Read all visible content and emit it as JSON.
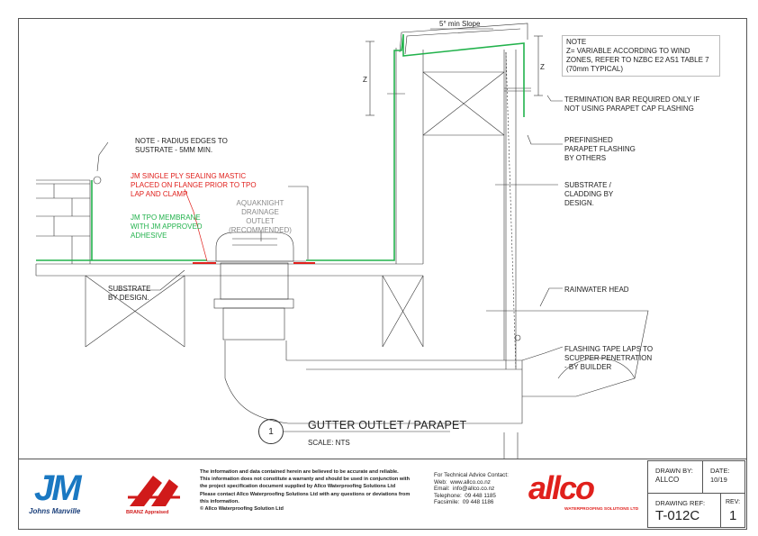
{
  "notes": {
    "slope": "5° min Slope",
    "z_note": "NOTE\nZ= VARIABLE ACCORDING TO WIND\nZONES, REFER TO NZBC E2 AS1 TABLE 7\n(70mm TYPICAL)",
    "z_left": "Z",
    "z_right": "Z",
    "termination": "TERMINATION BAR REQUIRED ONLY IF\nNOT USING PARAPET CAP FLASHING",
    "radius": "NOTE - RADIUS EDGES TO\nSUSTRATE - 5MM MIN.",
    "prefinished": "PREFINISHED\nPARAPET FLASHING\nBY OTHERS",
    "mastic": "JM SINGLE PLY SEALING MASTIC\nPLACED ON FLANGE PRIOR TO TPO\nLAP AND CLAMP",
    "membrane": "JM TPO MEMBRANE\nWITH JM APPROVED\nADHESIVE",
    "outlet": "AQUAKNIGHT\nDRAINAGE\nOUTLET\n(RECOMMENDED)",
    "substrate_cladding": "SUBSTRATE /\nCLADDING BY\nDESIGN.",
    "substrate_design": "SUBSTRATE\nBY DESIGN.",
    "rainwater_head": "RAINWATER HEAD",
    "flashing_tape": "FLASHING TAPE LAPS TO\nSCUPPER PENETRATION\n- BY BUILDER"
  },
  "detail": {
    "number": "1",
    "title": "GUTTER OUTLET / PARAPET",
    "scale": "SCALE: NTS"
  },
  "title_block": {
    "jm_mark": "JM",
    "jm_name": "Johns Manville",
    "branz_label": "BRANZ Appraised",
    "disclaimer": "The information and data contained herein are believed to be accurate and reliable.\nThis information does not constitute a warranty and should be used in conjunction with\nthe project specification document supplied by Allco Waterproofing Solutions Ltd\nPlease contact Allco Waterproofing Solutions Ltd with any questions or deviations from\nthis information.\n© Allco Waterproofing Solution Ltd",
    "contact": "For Technical Advice Contact:\nWeb:  www.allco.co.nz\nEmail:  info@allco.co.nz\nTelephone:  09 448 1185\nFacsimile:  09 448 1186",
    "allco_mark": "allco",
    "allco_sub": "WATERPROOFING SOLUTIONS LTD",
    "drawn_by_label": "DRAWN BY:",
    "drawn_by": "ALLCO",
    "date_label": "DATE:",
    "date": "10/19",
    "drawing_ref_label": "DRAWING REF:",
    "drawing_ref": "T-012C",
    "rev_label": "REV:",
    "rev": "1"
  },
  "colors": {
    "membrane": "#22b24c",
    "mastic": "#e0201c",
    "line": "#333333",
    "brand_blue": "#1a78c2",
    "brand_red": "#e0201c"
  }
}
